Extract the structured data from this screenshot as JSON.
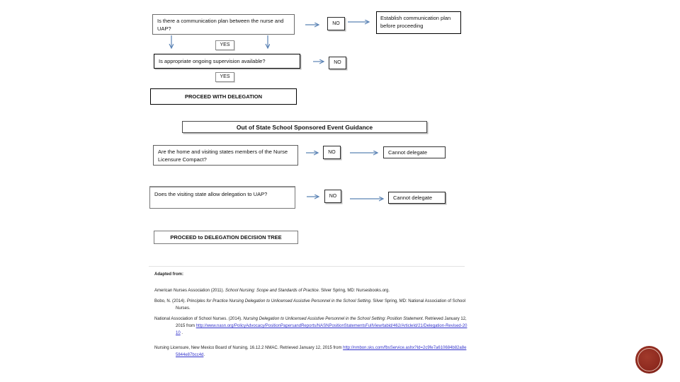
{
  "colors": {
    "arrow": "#5b83b5",
    "link_text": "#3333cc",
    "seal_red": "#8e2a1f",
    "box_border": "#6b6b6b"
  },
  "flowchart_top": {
    "q_communication": "Is there a communication plan between the nurse and UAP?",
    "no_label_1": "NO",
    "establish": "Establish communication plan before proceeding",
    "yes_label_1": "YES",
    "q_supervision": "Is appropriate ongoing supervision available?",
    "no_label_2": "NO",
    "yes_label_2": "YES",
    "proceed": "PROCEED WITH DELEGATION"
  },
  "section_title": "Out of State School Sponsored Event Guidance",
  "flowchart_event": {
    "q_compact": "Are the home and visiting states members of the Nurse Licensure Compact?",
    "no_label_1": "NO",
    "cannot_delegate_1": "Cannot delegate",
    "q_delegation": "Does the visiting state allow delegation to UAP?",
    "no_label_2": "NO",
    "cannot_delegate_2": "Cannot delegate",
    "proceed": "PROCEED to DELEGATION DECISION TREE"
  },
  "references": {
    "heading": "Adapted from:",
    "ana": {
      "pre": "American Nurses Association (2011).  ",
      "title": "School Nursing: Scope and Standards of Practice",
      "post": ".  Silver Spring, MD: Nursesbooks.org."
    },
    "bobo": {
      "pre": "Bobo, N. (2014). ",
      "title": "Principles for Practice Nursing Delegation to Unlicensed Assistive Personnel in the School Setting",
      "post": ". Silver Spring, MD: National Association of School Nurses."
    },
    "nasn": {
      "pre": "National Association of School Nurses.  (2014). ",
      "title": "Nursing Delegation to Unlicensed Assistive Personnel in the School Setting: Position Statement",
      "post": ". Retrieved January 12, 2015 from ",
      "link": "http://www.nasn.org/PolicyAdvocacy/PositionPapersandReports/NASNPositionStatementsFullView/tabid/462/ArticleId/21/Delegation-Revised-2010",
      "tail": " ."
    },
    "nm": {
      "pre": "Nursing Licensure, New Mexico Board of Nursing, 16.12.2 NMAC.  Retrieved January 12, 2015 from ",
      "link": "http://nmbon.sks.com/fbsService.ashx?Id=2c9fe7a610684b82a8e5844e87bcc4d",
      "tail": "."
    }
  }
}
